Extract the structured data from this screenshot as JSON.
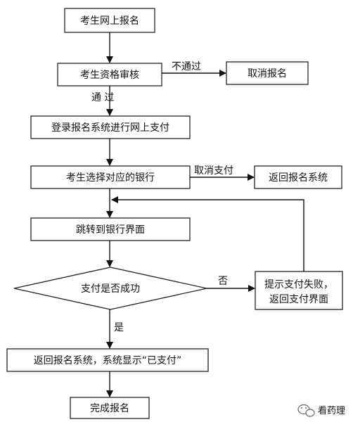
{
  "nodes": {
    "start": "考生网上报名",
    "review": "考生资格审核",
    "cancel": "取消报名",
    "login_pay": "登录报名系统进行网上支付",
    "choose_bank": "考生选择对应的银行",
    "back_to_system": "返回报名系统",
    "jump_bank": "跳转到银行界面",
    "decision": "支付是否成功",
    "fail_line1": "提示支付失败，",
    "fail_line2": "返回支付界面",
    "paid": "返回报名系统，系统显示“已支付”",
    "finish": "完成报名"
  },
  "edges": {
    "not_pass": "不通过",
    "pass": "通 过",
    "cancel_pay": "取消支付",
    "no": "否",
    "yes": "是"
  },
  "watermark": "看药理"
}
